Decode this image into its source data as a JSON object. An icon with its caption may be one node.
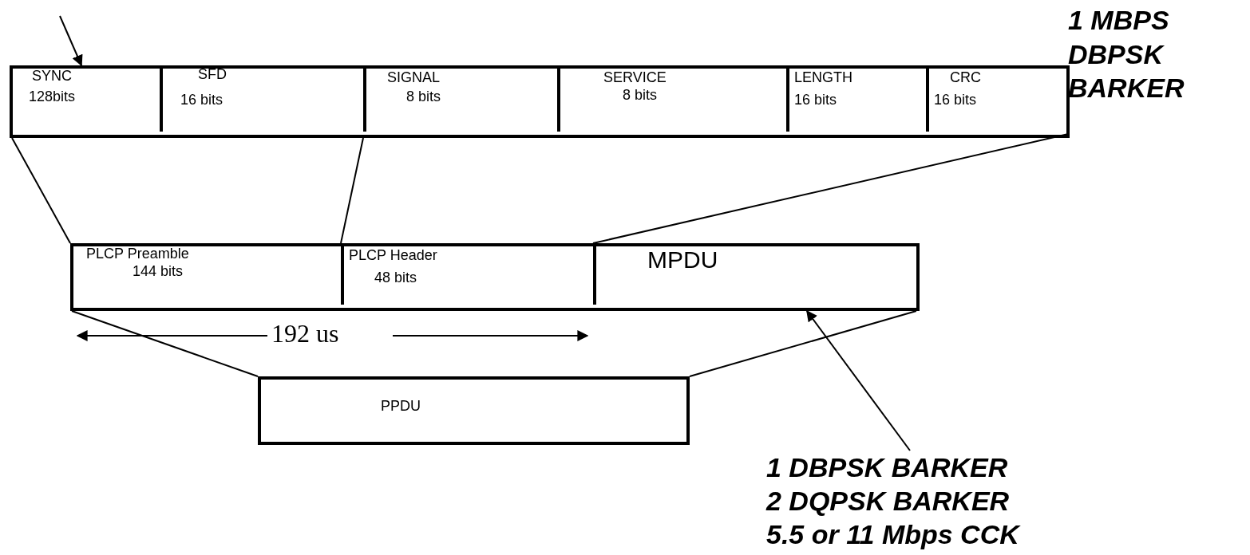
{
  "diagram": {
    "nodes": [
      {
        "text": [],
        "shape": "box"
      },
      {
        "text": [
          "SYNC",
          "128bits"
        ],
        "in": 0
      },
      {
        "text": [
          "SFD",
          "16 bits"
        ],
        "in": 0
      },
      {
        "text": [
          "SIGNAL",
          "8  bits"
        ],
        "in": 0
      },
      {
        "text": [
          "SERVICE",
          "8 bits"
        ],
        "in": 0
      },
      {
        "text": [
          "LENGTH",
          "16 bits"
        ],
        "in": 0
      },
      {
        "text": [
          "CRC",
          "16 bits"
        ],
        "in": 0
      },
      {
        "text": [],
        "shape": "box"
      },
      {
        "text": [
          "PLCP Preamble",
          "144 bits"
        ],
        "in": 7
      },
      {
        "text": [
          "PLCP Header",
          "48 bits"
        ],
        "in": 7
      },
      {
        "text": [
          "MPDU"
        ],
        "in": 7
      },
      {
        "text": [
          "PPDU"
        ]
      },
      {
        "text": [
          "1 DBPSK BARKER",
          "2 DQPSK BARKER",
          "5.5 or 11 Mbps CCK"
        ]
      }
    ],
    "edges": [
      {
        "from": null,
        "to": 1,
        "arrow": "to"
      },
      {
        "from": 1,
        "to": 8,
        "arrow": "none"
      },
      {
        "from": 3,
        "to": 9,
        "arrow": "none"
      },
      {
        "from": 6,
        "to": 9,
        "arrow": "none"
      },
      {
        "from": 8,
        "to": 11,
        "arrow": "none"
      },
      {
        "from": 10,
        "to": 11,
        "arrow": "none"
      },
      {
        "from": 12,
        "to": 10,
        "arrow": "to"
      }
    ],
    "labels": [
      "1 MBPS DBPSK BARKER",
      "192 us"
    ]
  }
}
